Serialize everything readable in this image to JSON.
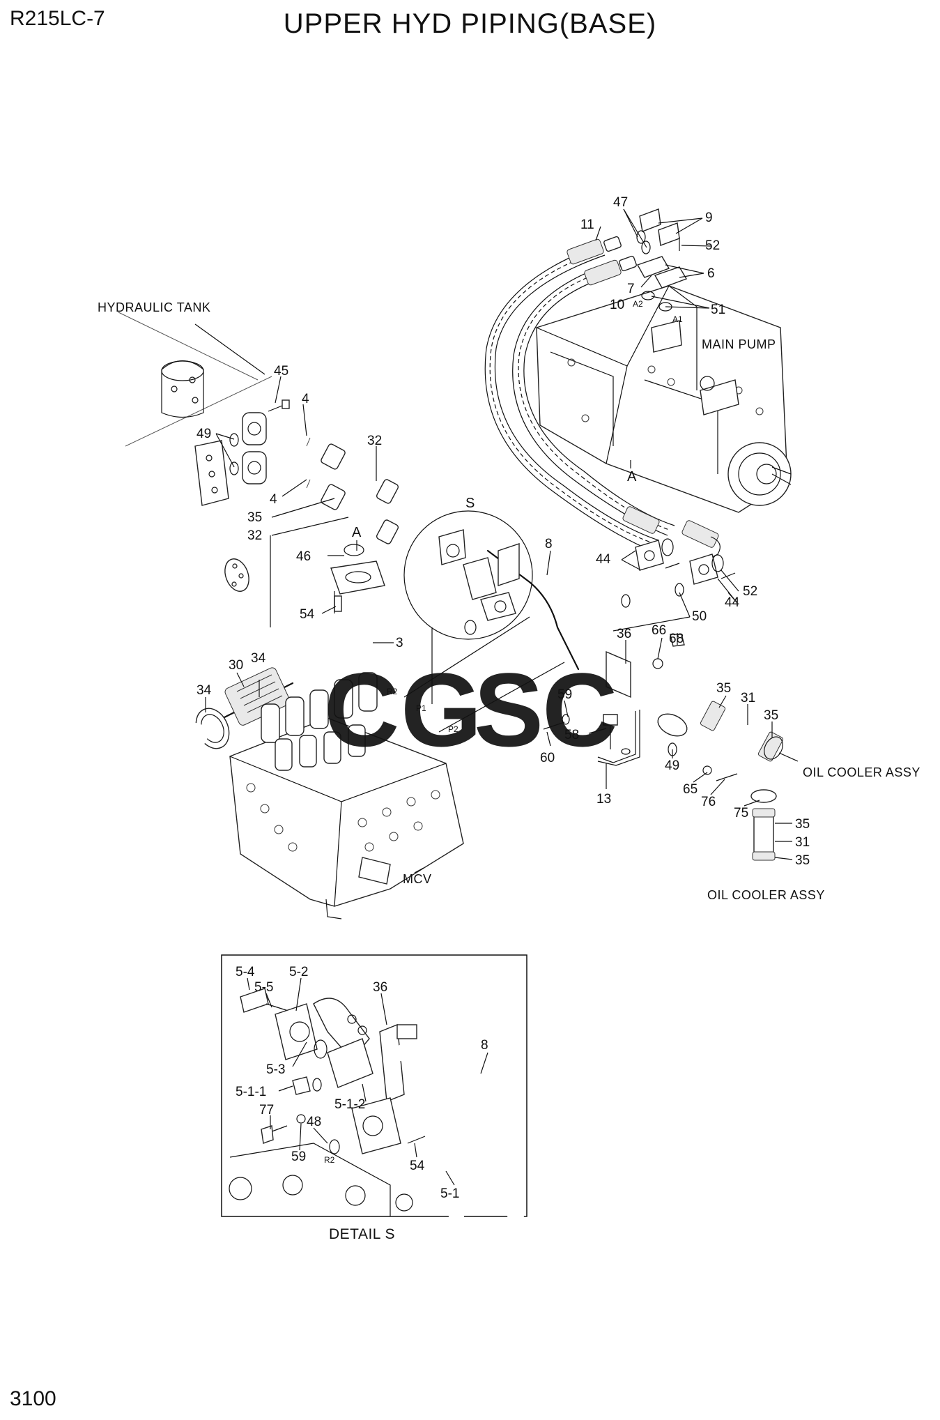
{
  "header": {
    "model": "R215LC-7",
    "title": "UPPER HYD PIPING(BASE)",
    "page_number": "3100"
  },
  "captions": {
    "hydraulic_tank": "HYDRAULIC TANK",
    "main_pump": "MAIN PUMP",
    "mcv": "MCV",
    "oil_cooler_assy_1": "OIL COOLER ASSY",
    "oil_cooler_assy_2": "OIL COOLER ASSY",
    "detail_s": "DETAIL  S",
    "view_s": "S",
    "view_a_top": "A",
    "view_a_pump": "A"
  },
  "port_marks": {
    "a1": "A1",
    "a2": "A2",
    "r2": "R2",
    "p1": "P1",
    "p2": "P2",
    "r2_detail": "R2"
  },
  "watermark": {
    "letters": [
      "C",
      "G",
      "S",
      "C"
    ],
    "colors": [
      "#3d7fe0",
      "#ee5a52",
      "#f6d84a",
      "#3aa76d"
    ]
  },
  "callouts": {
    "c11": "11",
    "c47": "47",
    "c9": "9",
    "c52a": "52",
    "c6": "6",
    "c7": "7",
    "c10": "10",
    "c51": "51",
    "c45": "45",
    "c4a": "4",
    "c49a": "49",
    "c32a": "32",
    "c4b": "4",
    "c35a": "35",
    "c32b": "32",
    "c46": "46",
    "c54": "54",
    "c3": "3",
    "c34a": "34",
    "c30": "30",
    "c34b": "34",
    "c8": "8",
    "c44a": "44",
    "c52b": "52",
    "c44b": "44",
    "c50": "50",
    "c36": "36",
    "c66": "66",
    "c68": "68",
    "c59": "59",
    "c58": "58",
    "c60": "60",
    "c49b": "49",
    "c35b": "35",
    "c31a": "31",
    "c35c": "35",
    "c65": "65",
    "c76": "76",
    "c13": "13",
    "c75": "75",
    "c35d": "35",
    "c31b": "31",
    "c35e": "35"
  },
  "detail_callouts": {
    "d54": "5-4",
    "d52": "5-2",
    "d55": "5-5",
    "d36": "36",
    "d8": "8",
    "d53": "5-3",
    "d511": "5-1-1",
    "d512": "5-1-2",
    "d77": "77",
    "d48": "48",
    "d59": "59",
    "d54b": "54",
    "d51": "5-1"
  }
}
